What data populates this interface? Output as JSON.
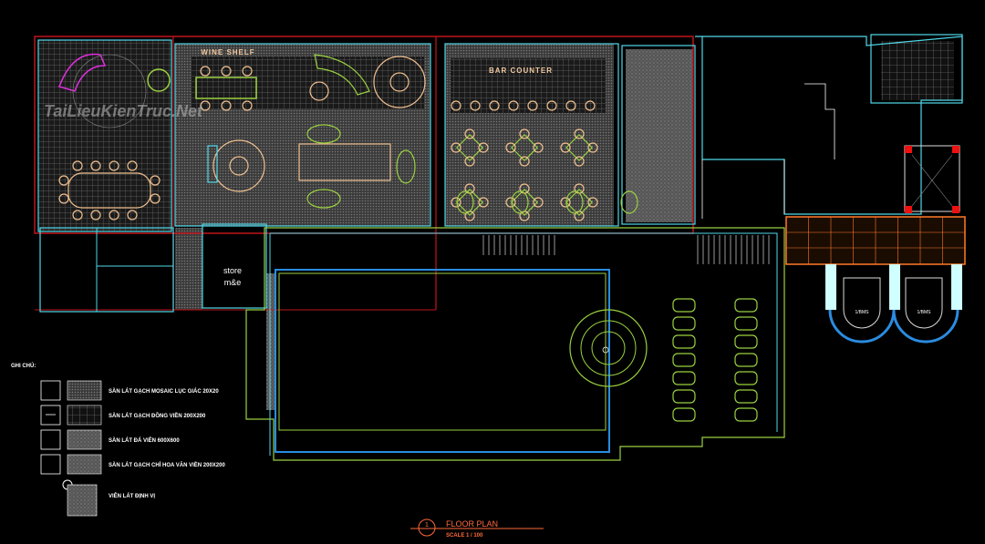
{
  "drawing": {
    "watermark": "TaiLieuKienTruc.Net",
    "rooms": {
      "wine_shelf": "WINE SHELF",
      "bar_counter": "BAR COUNTER",
      "store_line1": "store",
      "store_line2": "m&e",
      "lift_left": "1/BMS",
      "lift_right": "1/BMS"
    },
    "legend": {
      "title": "GHI CHÚ:",
      "items": [
        {
          "label": "SÀN LÁT GẠCH MOSAIC LỤC GIÁC 20X20"
        },
        {
          "label": "SÀN LÁT GẠCH ĐỒNG VIỀN 200X200"
        },
        {
          "label": "SÀN LÁT ĐÁ VIÊN 600X600"
        },
        {
          "label": "SÀN LÁT GẠCH CHỈ HOA VĂN VIỀN 200X200"
        },
        {
          "label": "VIÊN LÁT ĐỊNH VỊ"
        }
      ]
    },
    "title_block": {
      "number": "1",
      "title": "FLOOR PLAN",
      "scale": "SCALE 1 / 100"
    },
    "colors": {
      "wall_cyan": "#4fd8e8",
      "wall_red": "#c0141c",
      "furniture": "#f0c090",
      "plant_green": "#9ad040",
      "sofa_magenta": "#e030e0",
      "pool_blue": "#2a8ce0",
      "title_orange": "#ff6a3a"
    }
  }
}
